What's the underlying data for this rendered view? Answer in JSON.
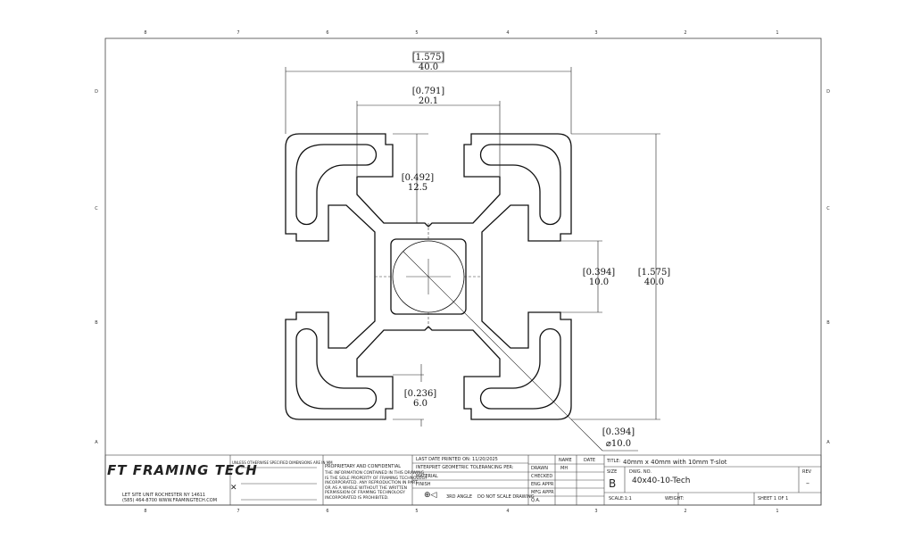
{
  "zones": {
    "columns": [
      "8",
      "7",
      "6",
      "5",
      "4",
      "3",
      "2",
      "1"
    ],
    "rows": [
      "D",
      "C",
      "B",
      "A"
    ]
  },
  "dimensions": [
    {
      "inch": "[1.575]",
      "mm": "40.0"
    },
    {
      "inch": "[0.791]",
      "mm": "20.1"
    },
    {
      "inch": "[0.492]",
      "mm": "12.5"
    },
    {
      "inch": "[0.394]",
      "mm": "10.0"
    },
    {
      "inch": "[1.575]",
      "mm": "40.0"
    },
    {
      "inch": "[0.236]",
      "mm": "6.0"
    },
    {
      "inch": "[0.394]",
      "mm": "⌀10.0"
    }
  ],
  "title_block": {
    "logo": "FT FRAMING TECH",
    "address": [
      "LET SITE UNIT ROCHESTER NY 14611",
      "(585) 464-8700 WWW.FRAMINGTECH.COM"
    ],
    "tolerance_heading": "UNLESS OTHERWISE SPECIFIED DIMENSIONS ARE IN MM",
    "proprietary_title": "PROPRIETARY AND CONFIDENTIAL",
    "proprietary_text": [
      "THE INFORMATION CONTAINED IN THIS DRAWING",
      "IS THE SOLE PROPERTY OF FRAMING TECHNOLOGY",
      "INCORPORATED. ANY REPRODUCTION IN PART",
      "OR AS A WHOLE WITHOUT THE WRITTEN",
      "PERMISSION OF FRAMING TECHNOLOGY",
      "INCORPORATED IS PROHIBITED."
    ],
    "last_printed": "LAST DATE PRINTED ON: 11/20/2025",
    "interpret": "INTERPRET GEOMETRIC TOLERANCING PER:",
    "material": "MATERIAL",
    "finish": "FINISH",
    "third_angle": "3RD ANGLE",
    "do_not_scale": "DO NOT SCALE DRAWING",
    "col_name": "NAME",
    "col_date": "DATE",
    "rows": [
      "DRAWN",
      "CHECKED",
      "ENG APPR",
      "MFG APPR",
      "Q.A."
    ],
    "drawn_name": "MH",
    "title_label": "TITLE:",
    "title": "40mm x 40mm with 10mm T-slot",
    "size_label": "SIZE",
    "size": "B",
    "dwg_label": "DWG.  NO.",
    "dwg_no": "40x40-10-Tech",
    "rev_label": "REV",
    "rev": "–",
    "scale": "SCALE:1:1",
    "weight": "WEIGHT:",
    "sheet": "SHEET 1 OF 1"
  }
}
